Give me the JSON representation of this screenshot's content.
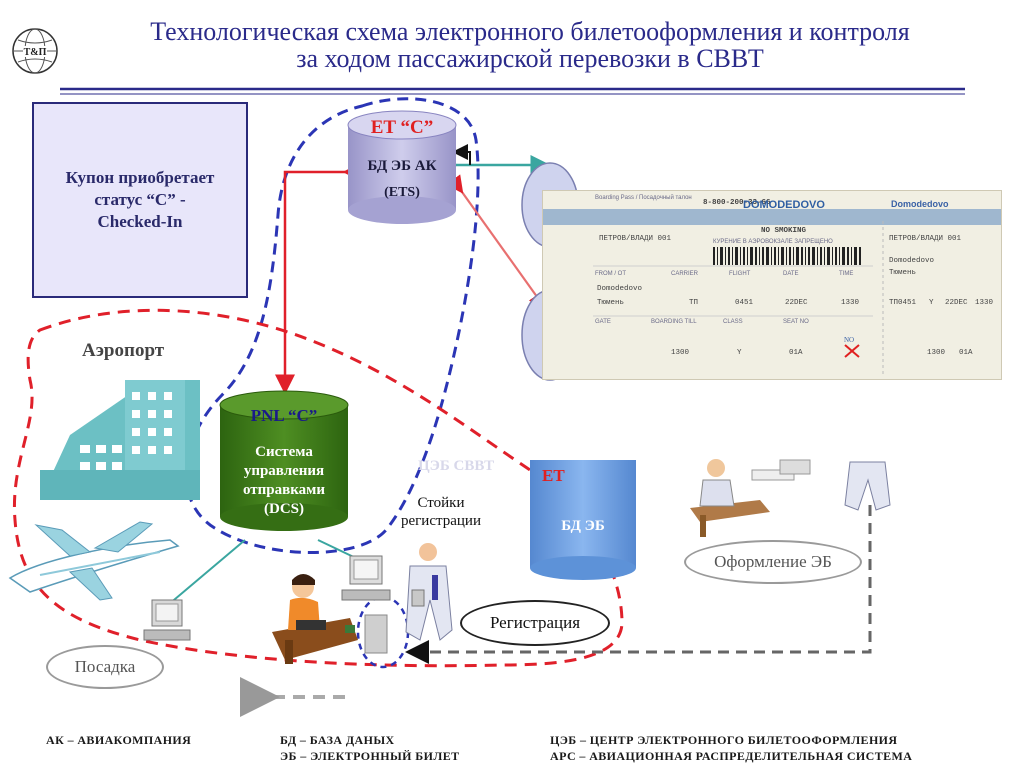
{
  "title": {
    "line1": "Технологическая схема электронного билетооформления и контроля",
    "line2": "за ходом пассажирской перевозки в СВВТ"
  },
  "logo": {
    "text": "Т&П",
    "icon": "globe-logo-icon"
  },
  "coupon_box": {
    "text": "Купон приобретает\nстатус “С” -\nChecked-In"
  },
  "db_ets": {
    "status": "ET “С”",
    "label1": "БД ЭБ АК",
    "label2": "(ETS)"
  },
  "db_dcs": {
    "status": "PNL “С”",
    "label1": "Система",
    "label2": "управления",
    "label3": "отправками",
    "label4": "(DCS)"
  },
  "db_ceb": {
    "status": "ЕТ",
    "overlay": "ЦЭБ СВВТ",
    "label": "БД ЭБ"
  },
  "airport_label": "Аэропорт",
  "counters_label": {
    "line1": "Стойки",
    "line2": "регистрации"
  },
  "registration_label": "Регистрация",
  "boarding_label": "Посадка",
  "issuance_label": "Оформление ЭБ",
  "ticket": {
    "airline_left": "DOMODEDOVO",
    "airline_right": "Domodedovo",
    "passenger": "ПЕТРОВ/ВЛАДИ 001",
    "passenger_right": "ПЕТРОВ/ВЛАДИ 001",
    "no_smoking": "NO SMOKING",
    "no_smoking_ru": "КУРЕНИЕ В АЭРОВОКЗАЛЕ ЗАПРЕЩЕНО",
    "from": "Domodedovo",
    "to": "Тюмень",
    "carrier": "ТП",
    "flight": "0451",
    "date": "22DEC",
    "time": "1330",
    "gate": "1300",
    "class": "Y",
    "seat": "01A",
    "right_from": "Domodedovo",
    "right_to": "Тюмень",
    "right_carrier": "ТП0451",
    "right_class": "Y",
    "right_date": "22DEC",
    "right_time": "1330",
    "right_gate": "1300",
    "right_seat": "01A",
    "header_small": "Boarding Pass / Посадочный талон",
    "phone": "8-800-200-33-66",
    "lbl_from": "FROM / ОТ",
    "lbl_carrier": "CARRIER",
    "lbl_flight": "FLIGHT",
    "lbl_date": "DATE",
    "lbl_time": "TIME",
    "lbl_gate": "GATE",
    "lbl_boarding": "BOARDING TILL",
    "lbl_class": "CLASS",
    "lbl_seat": "SEAT NO",
    "no_mark": "NO"
  },
  "legend": {
    "ak": "АК – АВИАКОМПАНИЯ",
    "bd": "БД – БАЗА ДАНЫХ",
    "eb": "ЭБ – ЭЛЕКТРОННЫЙ БИЛЕТ",
    "ceb": "ЦЭБ – ЦЕНТР ЭЛЕКТРОННОГО БИЛЕТООФОРМЛЕНИЯ",
    "ars": "АРС – АВИАЦИОННАЯ РАСПРЕДЕЛИТЕЛЬНАЯ СИСТЕМА"
  },
  "colors": {
    "title": "#2a2a8a",
    "blue_dash": "#2b35b5",
    "red_dash": "#e0202a",
    "db_ets": "#b7b4dc",
    "db_dcs": "#3d7a17",
    "db_ceb": "#6b9ee0",
    "status_red": "#e02020"
  }
}
